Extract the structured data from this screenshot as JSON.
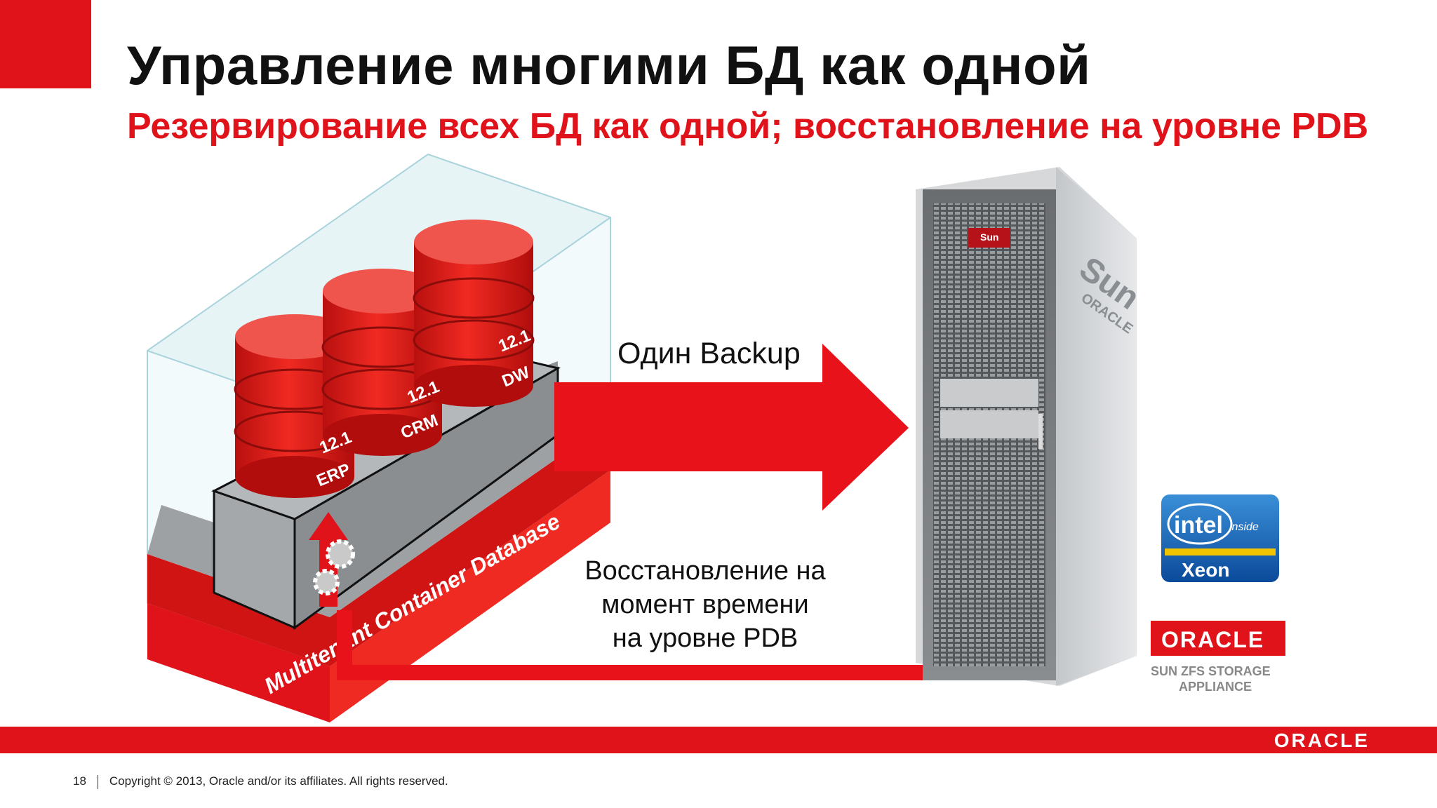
{
  "slide": {
    "title": "Управление многими БД как одной",
    "subtitle": "Резервирование всех БД как одной; восстановление на уровне PDB"
  },
  "diagram": {
    "container_label": "Multitenant Container Database",
    "databases": [
      {
        "version": "12.1",
        "name": "ERP"
      },
      {
        "version": "12.1",
        "name": "CRM"
      },
      {
        "version": "12.1",
        "name": "DW"
      }
    ],
    "backup_label": "Один Backup",
    "restore_label_lines": [
      "Восстановление на",
      "момент времени",
      "на уровне PDB"
    ],
    "rack_brand_sun": "Sun",
    "rack_brand_oracle": "ORACLE",
    "rack_badge": "Sun",
    "intel_badge": {
      "brand": "intel",
      "inside": "inside",
      "product": "Xeon"
    },
    "zfs_badge": {
      "logo": "ORACLE",
      "line1": "SUN ZFS STORAGE",
      "line2": "APPLIANCE"
    }
  },
  "footer": {
    "page_number": "18",
    "copyright": "Copyright © 2013, Oracle and/or its affiliates. All rights reserved.",
    "logo": "ORACLE"
  },
  "colors": {
    "accent": "#e0121a",
    "text": "#111111"
  }
}
